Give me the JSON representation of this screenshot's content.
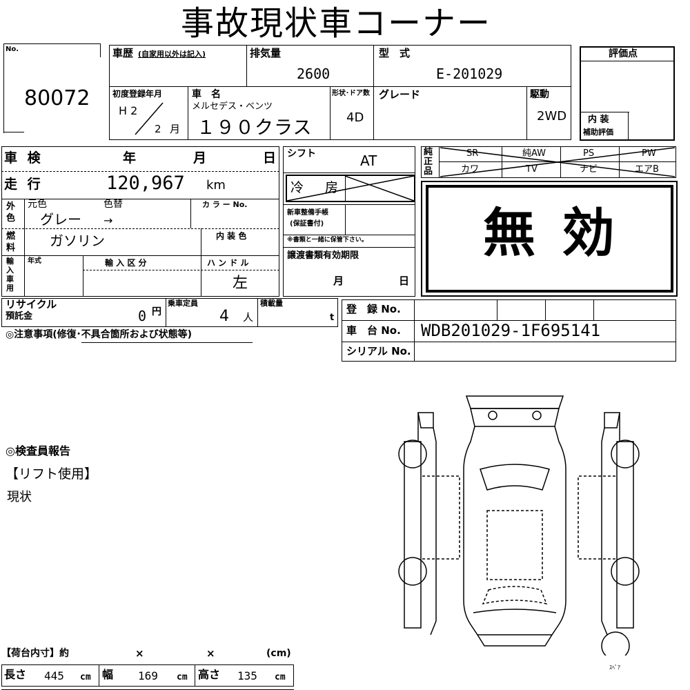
{
  "title": "事故現状車コーナー",
  "lot": {
    "label": "No.",
    "number": "80072"
  },
  "history": {
    "label": "車歴",
    "note": "(自家用以外は記入)"
  },
  "displacement": {
    "label": "排気量",
    "value": "2600"
  },
  "model": {
    "label": "型　式",
    "value": "E-201029"
  },
  "rating": {
    "label": "評価点",
    "interior_label_1": "内 装",
    "interior_label_2": "補助評価"
  },
  "first_reg": {
    "label": "初度登録年月",
    "era": "H 2",
    "month": "2",
    "month_unit": "月"
  },
  "car_name": {
    "label": "車　名",
    "maker": "メルセデス・ベンツ",
    "name": "１９０クラス"
  },
  "body": {
    "label": "形状･ドア数",
    "value": "4D"
  },
  "grade": {
    "label": "グレード"
  },
  "drive": {
    "label": "駆動",
    "value": "2WD"
  },
  "inspection": {
    "label": "車 検",
    "year": "年",
    "month": "月",
    "day": "日"
  },
  "shift": {
    "label": "シフト",
    "value": "AT"
  },
  "equip": {
    "side_label": "純正品",
    "top": [
      "SR",
      "純AW",
      "PS",
      "PW"
    ],
    "bottom": [
      "カワ",
      "TV",
      "ナビ",
      "エアB"
    ]
  },
  "mileage": {
    "label": "走 行",
    "value": "120,967",
    "unit": "km"
  },
  "aircon": {
    "label": "冷　房"
  },
  "invalid_stamp": "無 効",
  "exterior": {
    "label": "外色",
    "orig_label": "元色",
    "change_label": "色替",
    "orig_value": "グレー",
    "change_value": "→",
    "color_no_label": "カ ラ ー No."
  },
  "service_book": {
    "line1": "新車整備手帳",
    "line2": "(保証書付)",
    "note": "※書類と一緒に保管下さい。"
  },
  "fuel": {
    "label": "燃料",
    "value": "ガソリン",
    "interior_color_label": "内 装 色"
  },
  "import": {
    "label": "輸入車用",
    "year_label": "年式",
    "class_label": "輸 入 区 分",
    "handle_label": "ハ ン ド ル",
    "handle_value": "左"
  },
  "transfer": {
    "label": "譲渡書類有効期限",
    "month": "月",
    "day": "日"
  },
  "recycle": {
    "label1": "リサイクル",
    "label2": "預託金",
    "value": "0",
    "unit": "円"
  },
  "capacity": {
    "label": "乗車定員",
    "value": "4",
    "unit": "人"
  },
  "load": {
    "label": "積載量",
    "unit": "t"
  },
  "registration": {
    "label": "登　録 No."
  },
  "chassis": {
    "label": "車　台 No.",
    "value": "WDB201029-1F695141"
  },
  "serial": {
    "label": "シリアル No."
  },
  "notes_label": "◎注意事項(修復･不具合箇所および状態等)",
  "inspector": {
    "heading": "◎検査員報告",
    "line1": "【リフト使用】",
    "line2": "現状"
  },
  "cargo": {
    "header": "【荷台内寸】約",
    "x1": "×",
    "x2": "×",
    "unit_header": "(cm)",
    "length_label": "長さ",
    "length_value": "445",
    "length_unit": "cm",
    "width_label": "幅",
    "width_value": "169",
    "width_unit": "cm",
    "height_label": "高さ",
    "height_value": "135",
    "height_unit": "cm"
  },
  "spare_label": "ｽﾍﾟｱ"
}
